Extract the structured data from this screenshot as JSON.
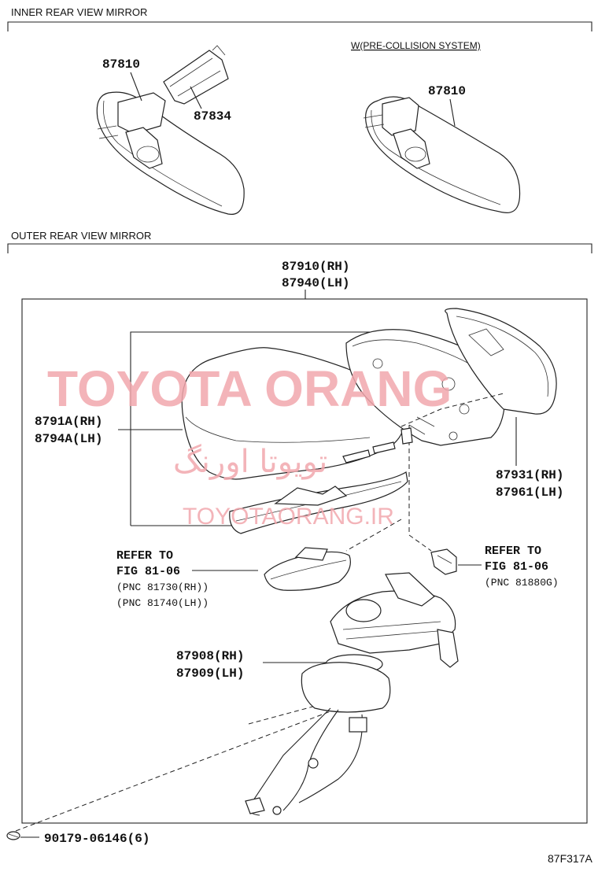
{
  "sections": {
    "inner": "INNER REAR VIEW MIRROR",
    "outer": "OUTER REAR VIEW MIRROR"
  },
  "note_precollision": "W(PRE-COLLISION SYSTEM)",
  "parts": {
    "inner_mirror_a": "87810",
    "inner_cover": "87834",
    "inner_mirror_b": "87810",
    "outer_assy_rh": "87910(RH)",
    "outer_assy_lh": "87940(LH)",
    "cover_rh": "8791A(RH)",
    "cover_lh": "8794A(LH)",
    "glass_rh": "87931(RH)",
    "glass_lh": "87961(LH)",
    "base_rh": "87908(RH)",
    "base_lh": "87909(LH)",
    "screw": "90179-06146(6)"
  },
  "refs": {
    "left": {
      "line1": "REFER TO",
      "line2": "FIG 81-06",
      "pnc1": "(PNC 81730(RH))",
      "pnc2": "(PNC 81740(LH))"
    },
    "right": {
      "line1": "REFER TO",
      "line2": "FIG 81-06",
      "pnc1": "(PNC 81880G)"
    }
  },
  "watermark": {
    "main": "TOYOTA ORANG",
    "persian": "تویوتا اورنگ",
    "small": "TOYOTAORANG.IR"
  },
  "figure_code": "87F317A"
}
